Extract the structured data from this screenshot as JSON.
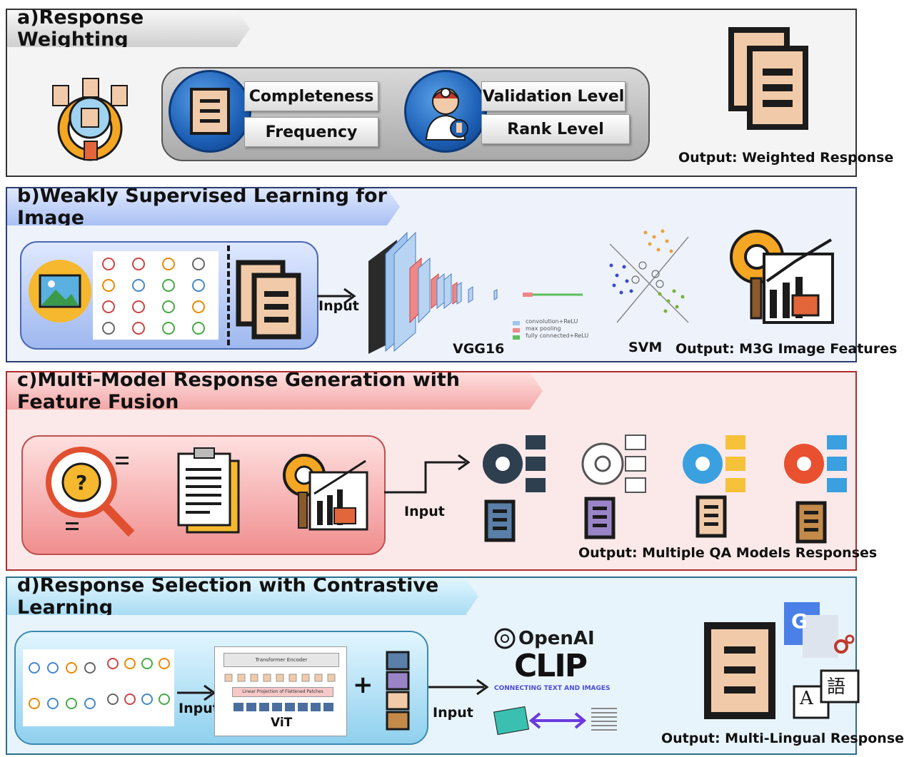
{
  "panels": {
    "a": {
      "title": "a)Response Weighting",
      "pills": [
        "Completeness",
        "Frequency",
        "Validation Level",
        "Rank Level"
      ],
      "output": "Output: Weighted Response"
    },
    "b": {
      "title": "b)Weakly Supervised Learning for Image",
      "input_label": "Input",
      "vgg_label": "VGG16",
      "svm_label": "SVM",
      "output": "Output: M3G Image Features",
      "vgg_legend": [
        "convolution+ReLU",
        "max pooling",
        "fully connected+ReLU"
      ]
    },
    "c": {
      "title": "c)Multi-Model Response Generation with Feature Fusion",
      "input_label": "Input",
      "output": "Output: Multiple QA Models Responses"
    },
    "d": {
      "title": "d)Response Selection with Contrastive Learning",
      "input_label_1": "Input",
      "vit_label": "ViT",
      "vit_encoder": "Transformer Encoder",
      "vit_projection": "Linear Projection of Flattened Patches",
      "plus": "+",
      "input_label_2": "Input",
      "openai": "OpenAI",
      "clip": "CLIP",
      "clip_tagline": "CONNECTING TEXT AND IMAGES",
      "output": "Output: Multi-Lingual Response",
      "translate_g": "G",
      "translate_a": "A",
      "translate_zh": "語"
    }
  },
  "colors": {
    "blue_btn": "#1c5fb5",
    "doc_tan": "#f1cba9",
    "doc_dark": "#1b1b1b",
    "gear_orange": "#f5a623",
    "red_panel": "#f3a7a7",
    "blue_panel": "#a9c0f3",
    "cyan_panel": "#a8dcf3"
  }
}
